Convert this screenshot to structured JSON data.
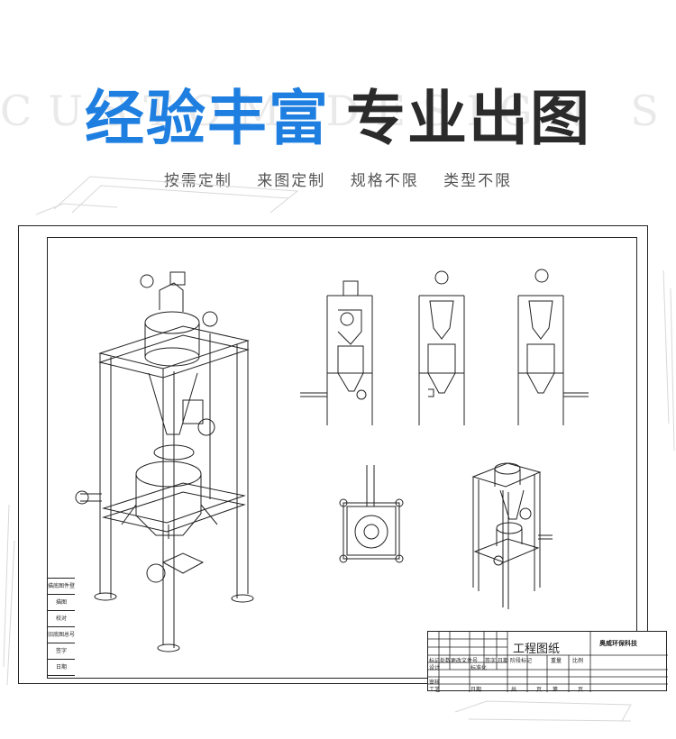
{
  "watermark": "CUSTOM  DESIGN  SUPPORT",
  "headline": {
    "blue_part": "经验丰富",
    "dark_part": "专业出图",
    "blue_color": "#1f7fe0",
    "dark_color": "#2b2b2b"
  },
  "subtitle": [
    "按需定制",
    "来图定制",
    "规格不限",
    "类型不限"
  ],
  "side_block": [
    "描底图件登记",
    "描图",
    "校对",
    "旧底图总号",
    "签字",
    "日期"
  ],
  "title_block": {
    "title": "工程图纸",
    "company": "奥威环保科技",
    "cells": [
      "标记",
      "处数",
      "更改文件号",
      "签字",
      "日期",
      "设计",
      "标准化",
      "阶段标记",
      "重量",
      "比例",
      "审核",
      "工艺",
      "日期",
      "共",
      "页",
      "第",
      "页"
    ]
  }
}
